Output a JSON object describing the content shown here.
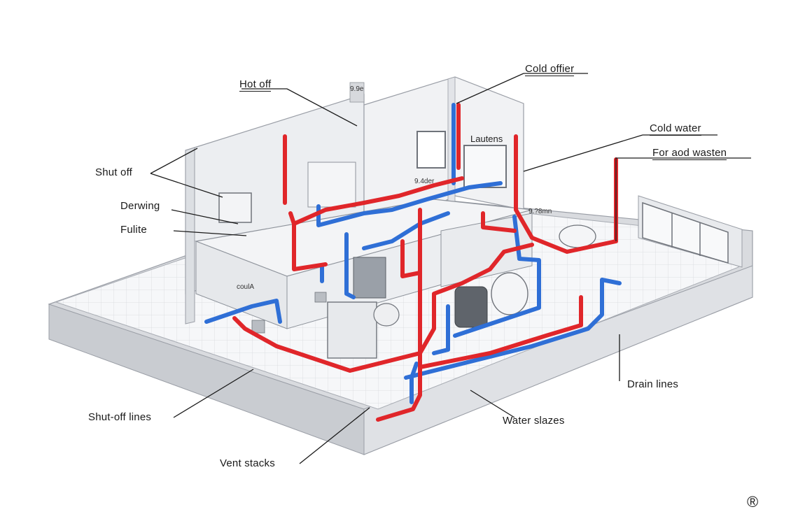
{
  "labels": {
    "hot_off": "Hot off",
    "cold_offier": "Cold offier",
    "cold_water": "Cold water",
    "for_aod_wasten": "For aod wasten",
    "shut_off": "Shut off",
    "derwing": "Derwing",
    "fulite": "Fulite",
    "drain_lines": "Drain lines",
    "shut_off_lines": "Shut-off lines",
    "water_slazes": "Water slazes",
    "vent_stacks": "Vent stacks"
  },
  "inline_text": {
    "roof_tag": "9.9e",
    "lautens": "Lautens",
    "pipe_tag_left": "9.4der",
    "pipe_tag_right": "9.?8mn",
    "cou_tag": "coulA"
  },
  "mark": "®",
  "colors": {
    "hot_pipe": "#e0262a",
    "cold_pipe": "#2f6fd6",
    "wall": "#eeeff1",
    "floor": "#f4f5f7",
    "edge": "#9a9ea6",
    "label_line": "#1a1a1a"
  }
}
